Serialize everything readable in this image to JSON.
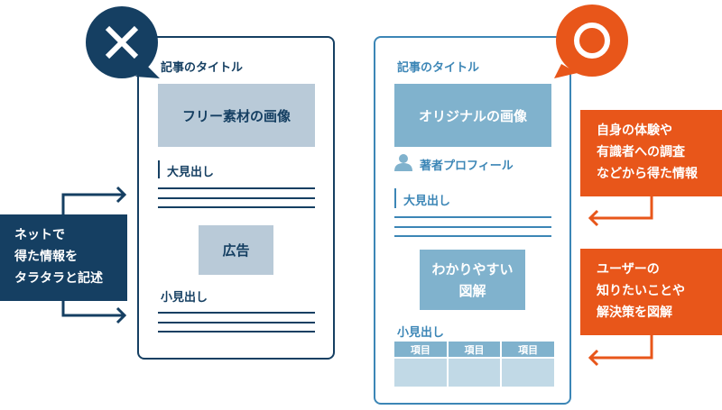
{
  "colors": {
    "bad": "#153f62",
    "good": "#e8561a",
    "bad_fill": "#b9cad8",
    "good_fill": "#80b2cd",
    "good_border": "#3c86b6"
  },
  "bad_panel": {
    "mark": "×",
    "title": "記事のタイトル",
    "image_label": "フリー素材の画像",
    "heading_large": "大見出し",
    "ad_label": "広告",
    "heading_small": "小見出し",
    "callout_lines": [
      "ネットで",
      "得た情報を",
      "タラタラと記述"
    ]
  },
  "good_panel": {
    "mark": "○",
    "title": "記事のタイトル",
    "image_label": "オリジナルの画像",
    "author_label": "著者プロフィール",
    "heading_large": "大見出し",
    "figure_lines": [
      "わかりやすい",
      "図解"
    ],
    "heading_small": "小見出し",
    "table_headers": [
      "項目",
      "項目",
      "項目"
    ],
    "callout1_lines": [
      "自身の体験や",
      "有識者への調査",
      "などから得た情報"
    ],
    "callout2_lines": [
      "ユーザーの",
      "知りたいことや",
      "解決策を図解"
    ]
  }
}
